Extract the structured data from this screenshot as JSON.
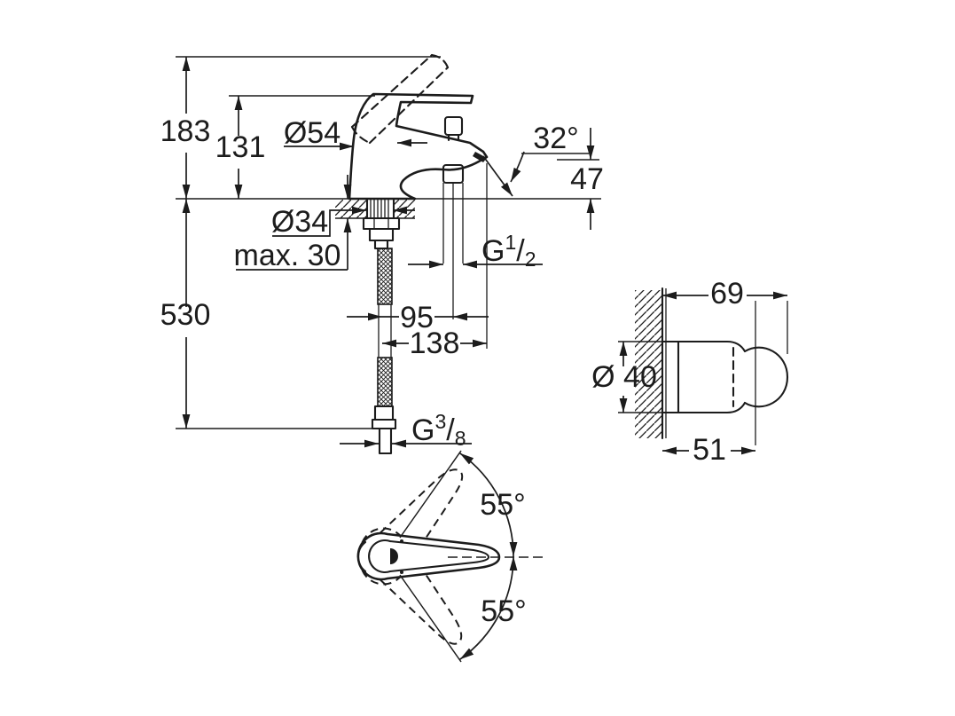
{
  "colors": {
    "background": "#ffffff",
    "ink": "#1c1c1c"
  },
  "main_view": {
    "name": "bath-mixer-side-elevation",
    "labels": {
      "total_height": "183",
      "body_height": "131",
      "body_diameter": "Ø54",
      "spout_angle": "32°",
      "outlet_height": "47",
      "hole_diameter": "Ø34",
      "max_deck": "max. 30",
      "shower_thread": {
        "prefix": "G",
        "numerator": "1",
        "slash": "/",
        "denominator": "2"
      },
      "shower_projection": "95",
      "spout_projection": "138",
      "hose_length": "530",
      "supply_thread": {
        "prefix": "G",
        "numerator": "3",
        "slash": "/",
        "denominator": "8"
      }
    }
  },
  "holder_view": {
    "name": "wall-holder-side-view",
    "labels": {
      "total_depth": "69",
      "holder_diameter": "Ø 40",
      "body_depth": "51"
    }
  },
  "handle_view": {
    "name": "lever-swing-top-view",
    "labels": {
      "swing_upper": "55°",
      "swing_lower": "55°"
    }
  }
}
